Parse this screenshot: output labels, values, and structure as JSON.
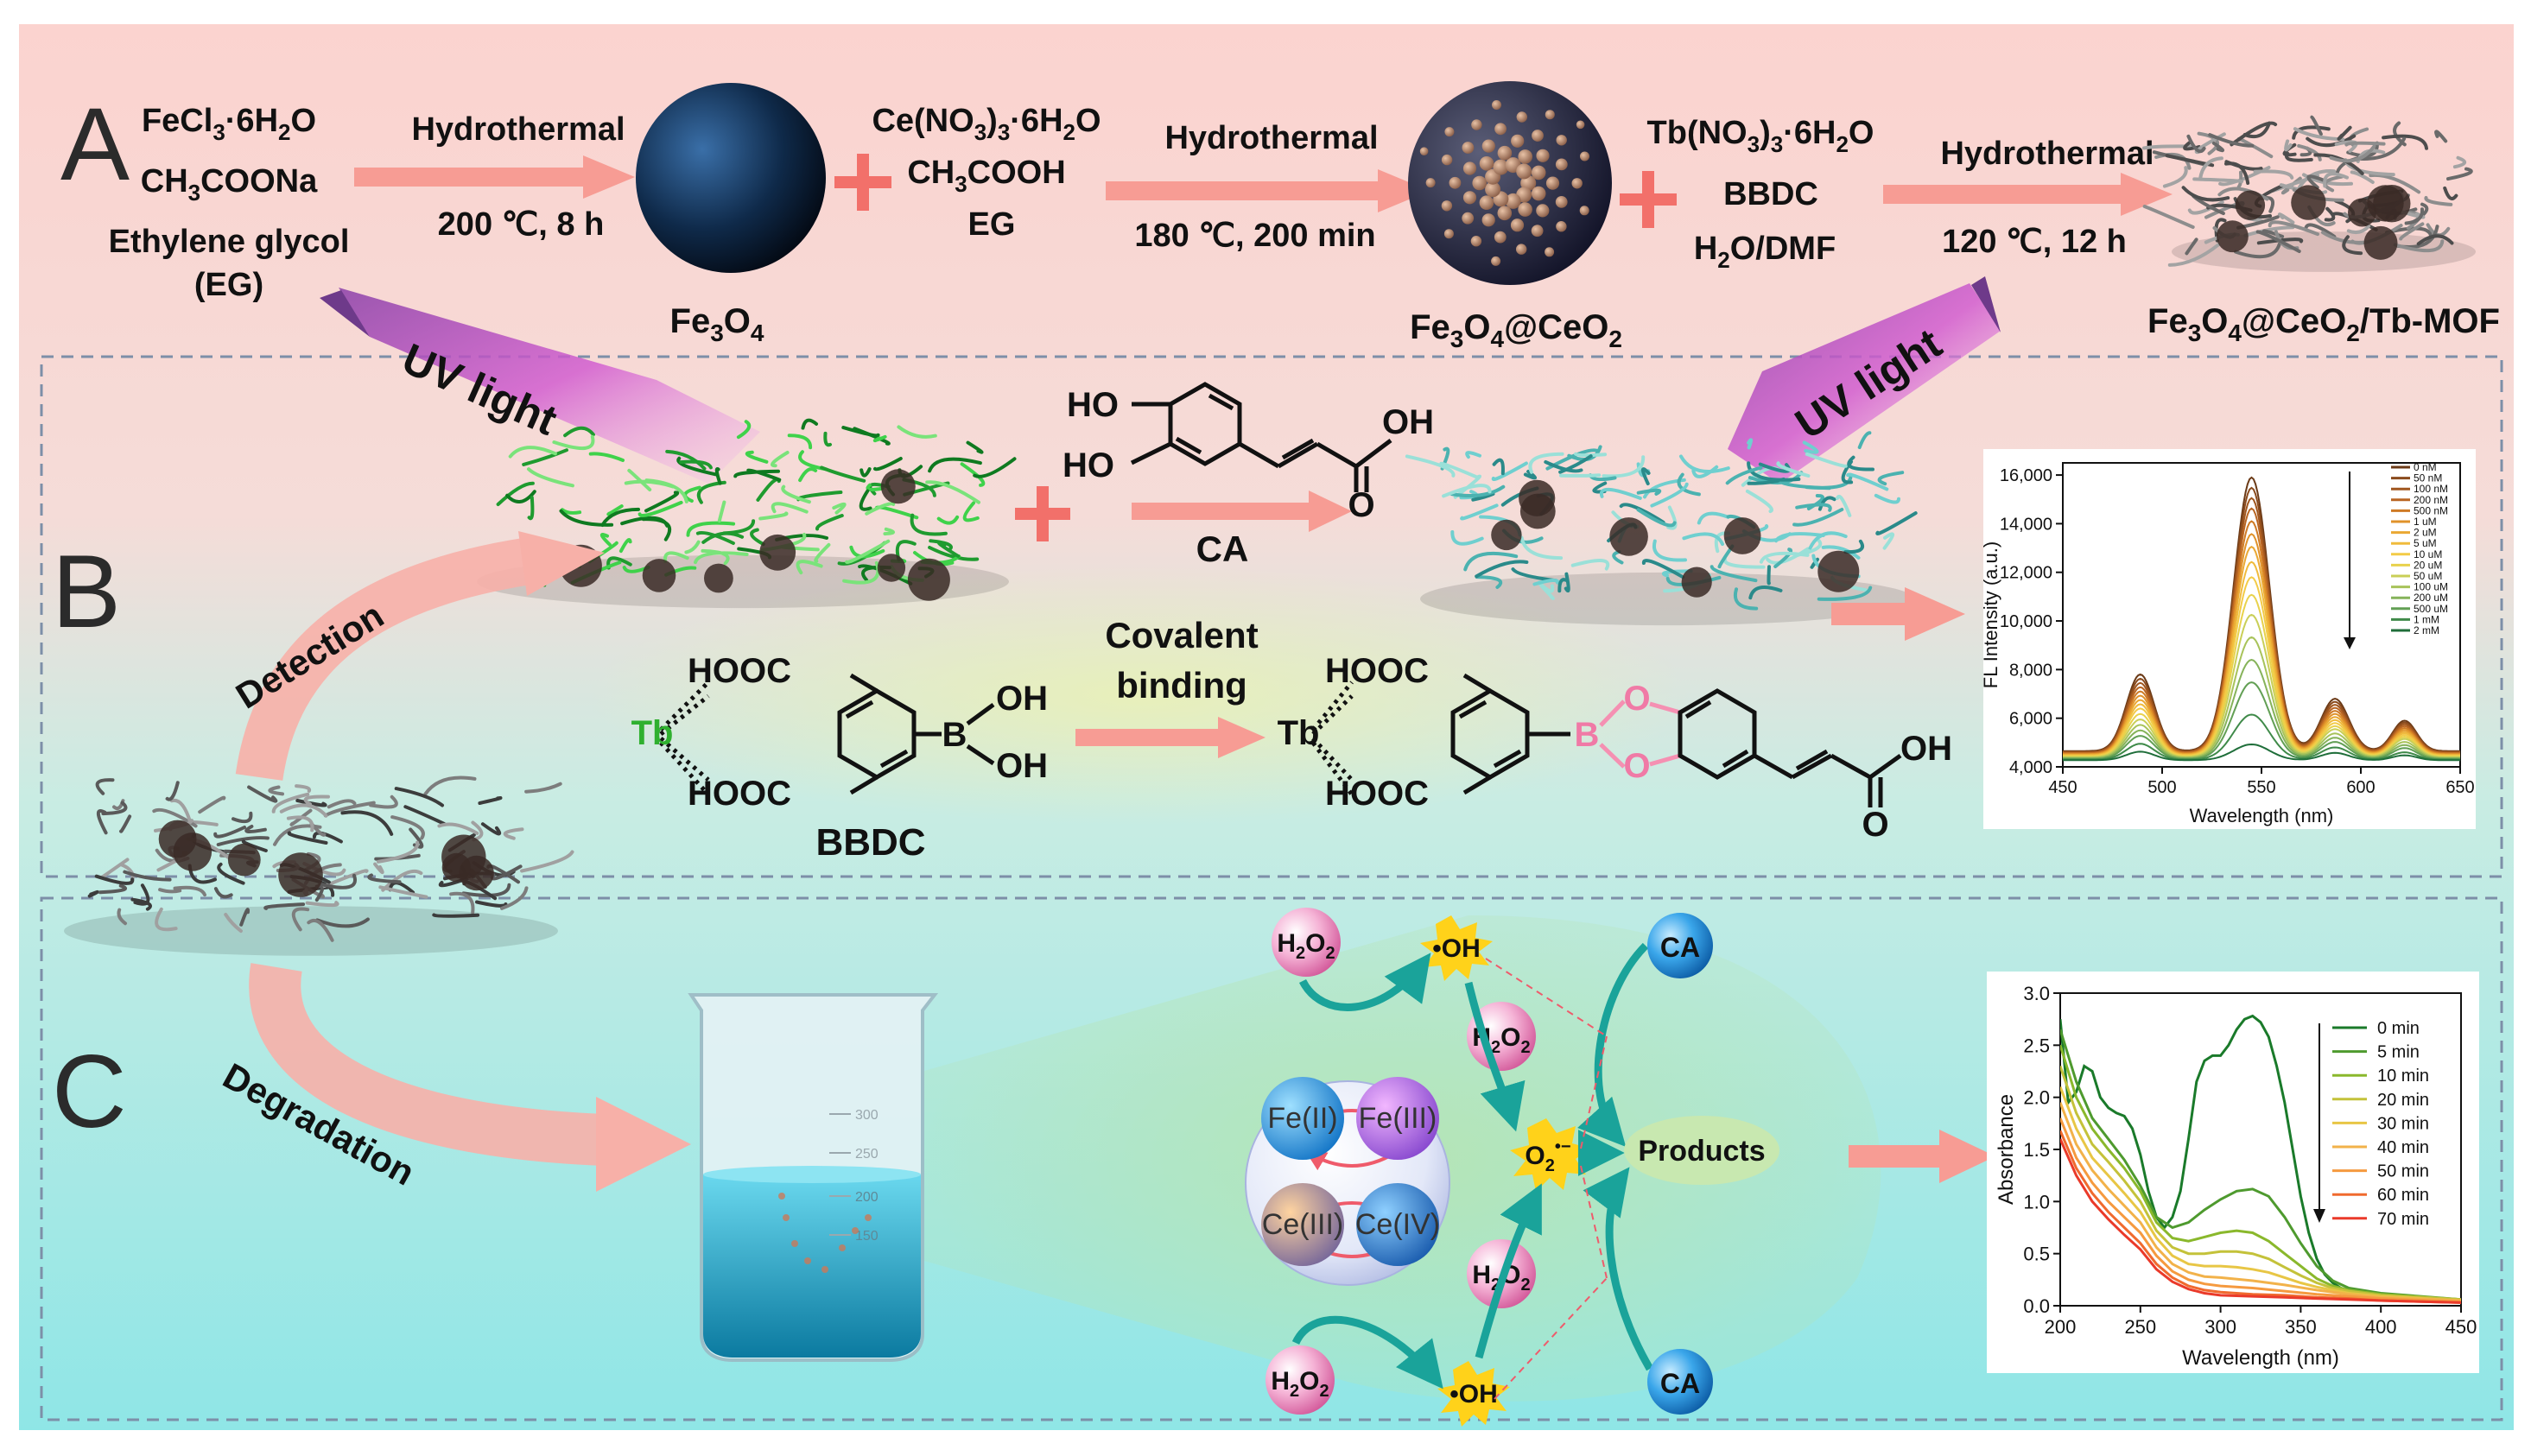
{
  "panel_letters": {
    "a": "A",
    "b": "B",
    "c": "C"
  },
  "synthesis": {
    "step1_reagents": [
      "FeCl",
      "CH",
      "COONa",
      "Ethylene glycol",
      "(EG)"
    ],
    "step1_cond": {
      "label": "Hydrothermal",
      "params": "200 ℃, 8 h"
    },
    "product1": "Fe",
    "step2_reagents": [
      "Ce(NO",
      "CH",
      "COOH",
      "EG"
    ],
    "step2_cond": {
      "label": "Hydrothermal",
      "params": "180 ℃, 200 min"
    },
    "product2": "Fe",
    "step3_reagents": [
      "Tb(NO",
      "BBDC",
      "H",
      "O/DMF"
    ],
    "step3_cond": {
      "label": "Hydrothermal",
      "params": "120 ℃, 12 h"
    },
    "product3": "Fe"
  },
  "detection": {
    "uv_left": "UV light",
    "uv_right": "UV light",
    "ca_label": "CA",
    "arc_label": "Detection",
    "binding_label_1": "Covalent",
    "binding_label_2": "binding",
    "bbdc_label": "BBDC",
    "tb": "Tb",
    "hooc": "HOOC",
    "oh": "OH",
    "ho": "HO",
    "b": "B",
    "o": "O"
  },
  "degradation": {
    "arc_label": "Degradation",
    "beaker_ticks": [
      "300",
      "250",
      "200",
      "150"
    ],
    "h2o2": "H",
    "oh_radical": "•OH",
    "superoxide": "O",
    "products": "Products",
    "ca": "CA",
    "fe2": "Fe(II)",
    "fe3": "Fe(III)",
    "ce3": "Ce(III)",
    "ce4": "Ce(IV)"
  },
  "colors": {
    "bg_top": "#fbd3cf",
    "bg_bottom": "#8fe6e6",
    "arrow": "#f79c94",
    "uv": "#c64fc4",
    "plus": "#f2706a"
  },
  "chart_data": [
    {
      "type": "line",
      "xlabel": "Wavelength (nm)",
      "ylabel": "FL Intensity (a.u.)",
      "xlim": [
        450,
        650
      ],
      "ylim": [
        4000,
        16500
      ],
      "xticks": [
        "450",
        "500",
        "550",
        "600",
        "650"
      ],
      "yticks": [
        "4,000",
        "6,000",
        "8,000",
        "10,000",
        "12,000",
        "14,000",
        "16,000"
      ],
      "legend_position": "top-right",
      "peaks_nm": [
        489,
        545,
        587,
        622
      ],
      "series": [
        {
          "name": "0 nM",
          "peak_values": [
            7800,
            15900,
            6800,
            5900
          ]
        },
        {
          "name": "50 nM",
          "peak_values": [
            7650,
            15500,
            6700,
            5850
          ]
        },
        {
          "name": "100 nM",
          "peak_values": [
            7500,
            15100,
            6600,
            5800
          ]
        },
        {
          "name": "200 nM",
          "peak_values": [
            7350,
            14700,
            6500,
            5750
          ]
        },
        {
          "name": "500 nM",
          "peak_values": [
            7200,
            14200,
            6400,
            5700
          ]
        },
        {
          "name": "1 uM",
          "peak_values": [
            7050,
            13700,
            6300,
            5650
          ]
        },
        {
          "name": "2 uM",
          "peak_values": [
            6900,
            13200,
            6200,
            5600
          ]
        },
        {
          "name": "5 uM",
          "peak_values": [
            6750,
            12600,
            6100,
            5550
          ]
        },
        {
          "name": "10 uM",
          "peak_values": [
            6600,
            12000,
            6000,
            5500
          ]
        },
        {
          "name": "20 uM",
          "peak_values": [
            6400,
            11300,
            5900,
            5450
          ]
        },
        {
          "name": "50 uM",
          "peak_values": [
            6200,
            10500,
            5800,
            5400
          ]
        },
        {
          "name": "100 uM",
          "peak_values": [
            6000,
            9600,
            5650,
            5300
          ]
        },
        {
          "name": "200 uM",
          "peak_values": [
            5800,
            8700,
            5500,
            5200
          ]
        },
        {
          "name": "500 uM",
          "peak_values": [
            5600,
            7800,
            5350,
            5100
          ]
        },
        {
          "name": "1 mM",
          "peak_values": [
            5300,
            6500,
            5150,
            4950
          ]
        },
        {
          "name": "2 mM",
          "peak_values": [
            5000,
            5300,
            4950,
            4850
          ]
        }
      ]
    },
    {
      "type": "line",
      "xlabel": "Wavelength (nm)",
      "ylabel": "Absorbance",
      "xlim": [
        200,
        450
      ],
      "ylim": [
        0,
        3.0
      ],
      "xticks": [
        "200",
        "250",
        "300",
        "350",
        "400",
        "450"
      ],
      "yticks": [
        "0.0",
        "0.5",
        "1.0",
        "1.5",
        "2.0",
        "2.5",
        "3.0"
      ],
      "legend_position": "top-right",
      "series": [
        {
          "name": "0 min",
          "x": [
            200,
            205,
            210,
            215,
            220,
            225,
            230,
            235,
            240,
            245,
            250,
            255,
            260,
            265,
            270,
            275,
            280,
            285,
            290,
            295,
            300,
            305,
            310,
            315,
            320,
            325,
            330,
            335,
            340,
            345,
            350,
            355,
            360,
            365,
            370,
            375,
            380,
            390,
            400,
            420,
            450
          ],
          "y": [
            2.75,
            1.95,
            2.05,
            2.3,
            2.25,
            2.0,
            1.9,
            1.85,
            1.82,
            1.7,
            1.45,
            1.1,
            0.85,
            0.75,
            0.85,
            1.1,
            1.6,
            2.15,
            2.35,
            2.4,
            2.4,
            2.5,
            2.65,
            2.75,
            2.78,
            2.72,
            2.58,
            2.3,
            1.95,
            1.5,
            1.05,
            0.7,
            0.45,
            0.3,
            0.22,
            0.17,
            0.14,
            0.11,
            0.09,
            0.07,
            0.05
          ]
        },
        {
          "name": "5 min",
          "x": [
            200,
            210,
            220,
            230,
            240,
            250,
            260,
            270,
            280,
            290,
            300,
            310,
            320,
            330,
            340,
            350,
            360,
            370,
            380,
            400,
            450
          ],
          "y": [
            2.65,
            2.15,
            1.8,
            1.6,
            1.4,
            1.15,
            0.85,
            0.75,
            0.8,
            0.92,
            1.02,
            1.1,
            1.12,
            1.05,
            0.85,
            0.6,
            0.38,
            0.24,
            0.17,
            0.12,
            0.06
          ]
        },
        {
          "name": "10 min",
          "x": [
            200,
            210,
            220,
            230,
            240,
            250,
            260,
            270,
            280,
            290,
            300,
            310,
            320,
            330,
            340,
            350,
            360,
            370,
            380,
            400,
            450
          ],
          "y": [
            2.5,
            2.0,
            1.7,
            1.5,
            1.32,
            1.1,
            0.8,
            0.65,
            0.62,
            0.66,
            0.7,
            0.72,
            0.7,
            0.62,
            0.5,
            0.38,
            0.26,
            0.19,
            0.15,
            0.11,
            0.06
          ]
        },
        {
          "name": "20 min",
          "x": [
            200,
            210,
            220,
            230,
            240,
            250,
            260,
            270,
            280,
            290,
            300,
            310,
            320,
            330,
            340,
            350,
            360,
            370,
            380,
            400,
            450
          ],
          "y": [
            2.3,
            1.85,
            1.55,
            1.38,
            1.2,
            1.0,
            0.72,
            0.56,
            0.5,
            0.5,
            0.52,
            0.52,
            0.5,
            0.45,
            0.37,
            0.29,
            0.22,
            0.17,
            0.14,
            0.1,
            0.06
          ]
        },
        {
          "name": "30 min",
          "x": [
            200,
            210,
            220,
            230,
            240,
            250,
            260,
            270,
            280,
            290,
            300,
            310,
            320,
            330,
            340,
            350,
            360,
            370,
            380,
            400,
            450
          ],
          "y": [
            2.1,
            1.7,
            1.42,
            1.25,
            1.08,
            0.9,
            0.65,
            0.48,
            0.4,
            0.38,
            0.38,
            0.37,
            0.35,
            0.32,
            0.27,
            0.22,
            0.18,
            0.15,
            0.12,
            0.09,
            0.05
          ]
        },
        {
          "name": "40 min",
          "x": [
            200,
            210,
            220,
            230,
            240,
            250,
            260,
            270,
            280,
            290,
            300,
            320,
            340,
            360,
            380,
            400,
            450
          ],
          "y": [
            1.95,
            1.55,
            1.3,
            1.12,
            0.96,
            0.8,
            0.56,
            0.4,
            0.32,
            0.28,
            0.27,
            0.24,
            0.2,
            0.15,
            0.11,
            0.08,
            0.05
          ]
        },
        {
          "name": "50 min",
          "x": [
            200,
            210,
            220,
            230,
            240,
            250,
            260,
            270,
            280,
            290,
            300,
            320,
            340,
            360,
            380,
            400,
            450
          ],
          "y": [
            1.8,
            1.42,
            1.18,
            1.0,
            0.85,
            0.7,
            0.48,
            0.33,
            0.25,
            0.21,
            0.19,
            0.17,
            0.14,
            0.11,
            0.09,
            0.07,
            0.04
          ]
        },
        {
          "name": "60 min",
          "x": [
            200,
            210,
            220,
            230,
            240,
            250,
            260,
            270,
            280,
            290,
            300,
            320,
            340,
            360,
            380,
            400,
            450
          ],
          "y": [
            1.68,
            1.32,
            1.08,
            0.9,
            0.75,
            0.6,
            0.4,
            0.27,
            0.19,
            0.15,
            0.13,
            0.11,
            0.1,
            0.08,
            0.07,
            0.05,
            0.03
          ]
        },
        {
          "name": "70 min",
          "x": [
            200,
            210,
            220,
            230,
            240,
            250,
            260,
            270,
            280,
            290,
            300,
            320,
            340,
            360,
            380,
            400,
            450
          ],
          "y": [
            1.6,
            1.25,
            1.0,
            0.83,
            0.68,
            0.54,
            0.35,
            0.23,
            0.16,
            0.12,
            0.1,
            0.09,
            0.08,
            0.07,
            0.06,
            0.05,
            0.03
          ]
        }
      ],
      "series_colors": [
        "#1a7a2a",
        "#4e9a2e",
        "#8ab82c",
        "#c4c23a",
        "#e8c645",
        "#f2b24a",
        "#f59a3f",
        "#f06a2e",
        "#ea3a2a"
      ]
    }
  ]
}
